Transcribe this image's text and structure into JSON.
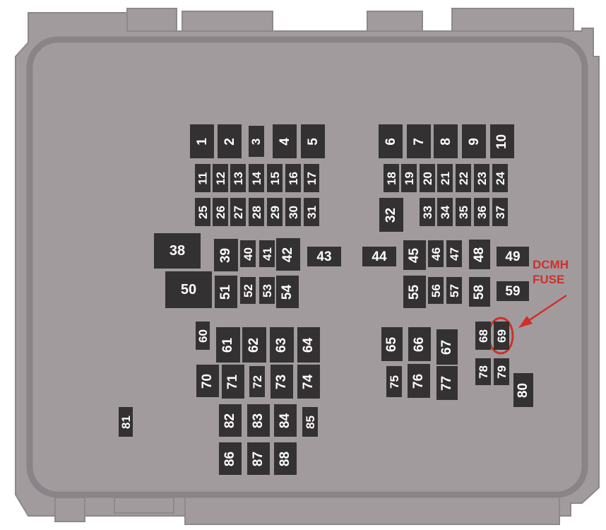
{
  "callout": {
    "line1": "DCMH",
    "line2": "FUSE",
    "target": "69"
  },
  "colors": {
    "housing": "#a19b9e",
    "housing_edge": "#8e888c",
    "fuse": "#333132",
    "fuse_text": "#ffffff",
    "callout": "#d12f2a"
  },
  "fuses": [
    {
      "id": "1"
    },
    {
      "id": "2"
    },
    {
      "id": "3"
    },
    {
      "id": "4"
    },
    {
      "id": "5"
    },
    {
      "id": "6"
    },
    {
      "id": "7"
    },
    {
      "id": "8"
    },
    {
      "id": "9"
    },
    {
      "id": "10"
    },
    {
      "id": "11"
    },
    {
      "id": "12"
    },
    {
      "id": "13"
    },
    {
      "id": "14"
    },
    {
      "id": "15"
    },
    {
      "id": "16"
    },
    {
      "id": "17"
    },
    {
      "id": "18"
    },
    {
      "id": "19"
    },
    {
      "id": "20"
    },
    {
      "id": "21"
    },
    {
      "id": "22"
    },
    {
      "id": "23"
    },
    {
      "id": "24"
    },
    {
      "id": "25"
    },
    {
      "id": "26"
    },
    {
      "id": "27"
    },
    {
      "id": "28"
    },
    {
      "id": "29"
    },
    {
      "id": "30"
    },
    {
      "id": "31"
    },
    {
      "id": "32"
    },
    {
      "id": "33"
    },
    {
      "id": "34"
    },
    {
      "id": "35"
    },
    {
      "id": "36"
    },
    {
      "id": "37"
    },
    {
      "id": "38"
    },
    {
      "id": "39"
    },
    {
      "id": "40"
    },
    {
      "id": "41"
    },
    {
      "id": "42"
    },
    {
      "id": "43"
    },
    {
      "id": "44"
    },
    {
      "id": "45"
    },
    {
      "id": "46"
    },
    {
      "id": "47"
    },
    {
      "id": "48"
    },
    {
      "id": "49"
    },
    {
      "id": "50"
    },
    {
      "id": "51"
    },
    {
      "id": "52"
    },
    {
      "id": "53"
    },
    {
      "id": "54"
    },
    {
      "id": "55"
    },
    {
      "id": "56"
    },
    {
      "id": "57"
    },
    {
      "id": "58"
    },
    {
      "id": "59"
    },
    {
      "id": "60"
    },
    {
      "id": "61"
    },
    {
      "id": "62"
    },
    {
      "id": "63"
    },
    {
      "id": "64"
    },
    {
      "id": "65"
    },
    {
      "id": "66"
    },
    {
      "id": "67"
    },
    {
      "id": "68"
    },
    {
      "id": "69"
    },
    {
      "id": "70"
    },
    {
      "id": "71"
    },
    {
      "id": "72"
    },
    {
      "id": "73"
    },
    {
      "id": "74"
    },
    {
      "id": "75"
    },
    {
      "id": "76"
    },
    {
      "id": "77"
    },
    {
      "id": "78"
    },
    {
      "id": "79"
    },
    {
      "id": "80"
    },
    {
      "id": "81"
    },
    {
      "id": "82"
    },
    {
      "id": "83"
    },
    {
      "id": "84"
    },
    {
      "id": "85"
    },
    {
      "id": "86"
    },
    {
      "id": "87"
    },
    {
      "id": "88"
    }
  ]
}
